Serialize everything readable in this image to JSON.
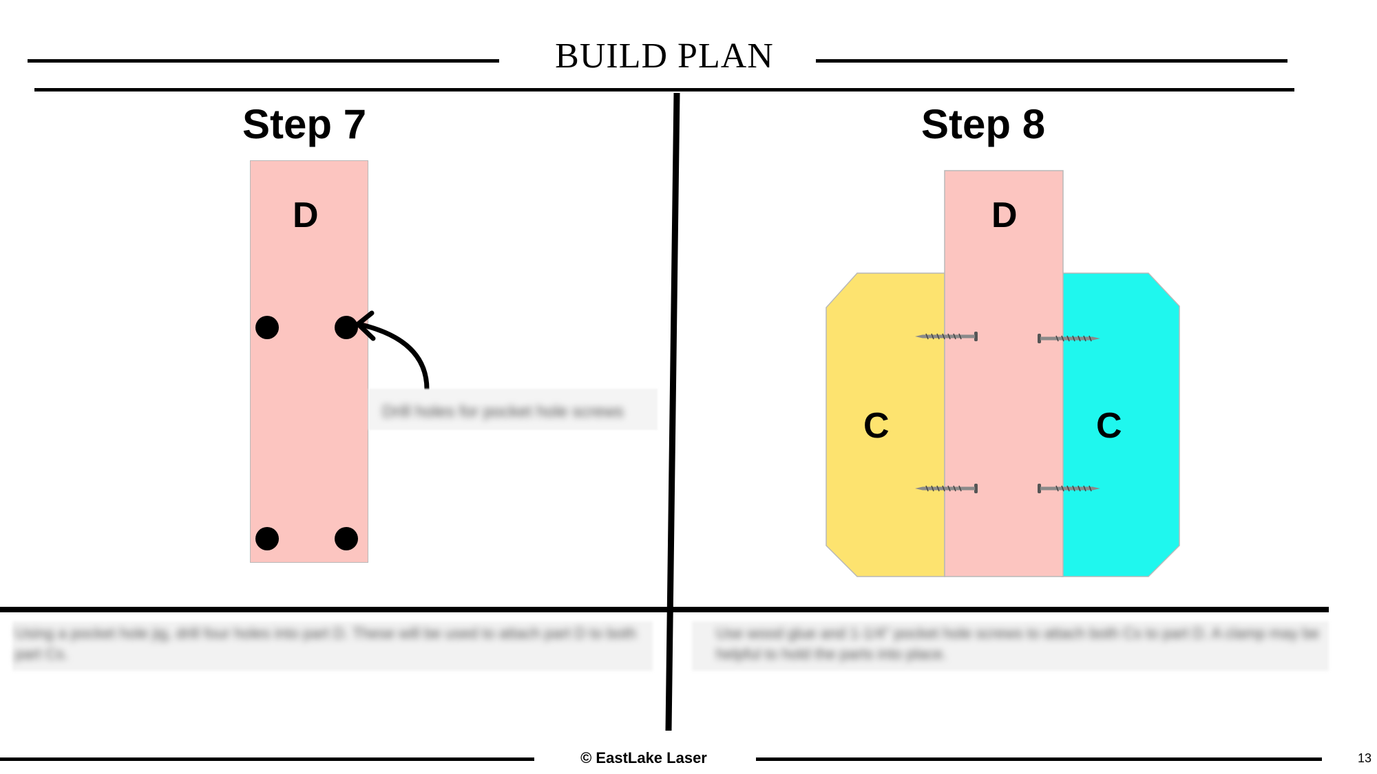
{
  "header": {
    "title": "BUILD PLAN"
  },
  "steps": [
    {
      "title": "Step 7",
      "part_label": "D",
      "annotation": "Drill holes for pocket hole screws",
      "description": "Using a pocket hole jig, drill four holes into part D. These will be used to attach part D to both part Cs."
    },
    {
      "title": "Step 8",
      "part_labels": {
        "center": "D",
        "left": "C",
        "right": "C"
      },
      "description": "Use wood glue and 1-1/4\" pocket hole screws to attach both Cs to part D. A clamp may be helpful to hold the parts into place."
    }
  ],
  "colors": {
    "part_d": "#fcc5c0",
    "part_c_left": "#fde36f",
    "part_c_right": "#1ff7ee"
  },
  "footer": {
    "copyright": "© EastLake Laser",
    "page_number": "13"
  }
}
